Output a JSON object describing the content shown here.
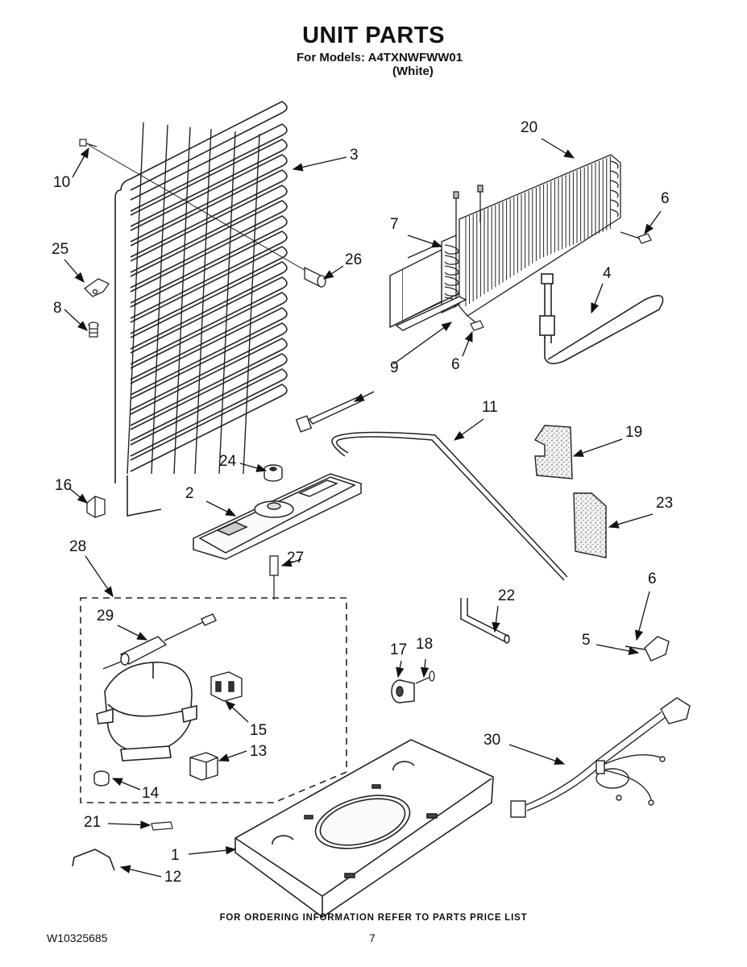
{
  "header": {
    "title": "UNIT PARTS",
    "models_line": "For Models: A4TXNWFWW01",
    "color_line": "(White)"
  },
  "callouts": [
    "10",
    "3",
    "25",
    "8",
    "26",
    "16",
    "24",
    "2",
    "27",
    "28",
    "29",
    "15",
    "13",
    "14",
    "21",
    "1",
    "12",
    "20",
    "6",
    "7",
    "4",
    "6",
    "9",
    "11",
    "19",
    "23",
    "6",
    "5",
    "22",
    "17",
    "18",
    "30"
  ],
  "footer": {
    "ordering_note": "FOR ORDERING INFORMATION REFER TO PARTS PRICE LIST",
    "document_number": "W10325685",
    "page_number": "7"
  }
}
